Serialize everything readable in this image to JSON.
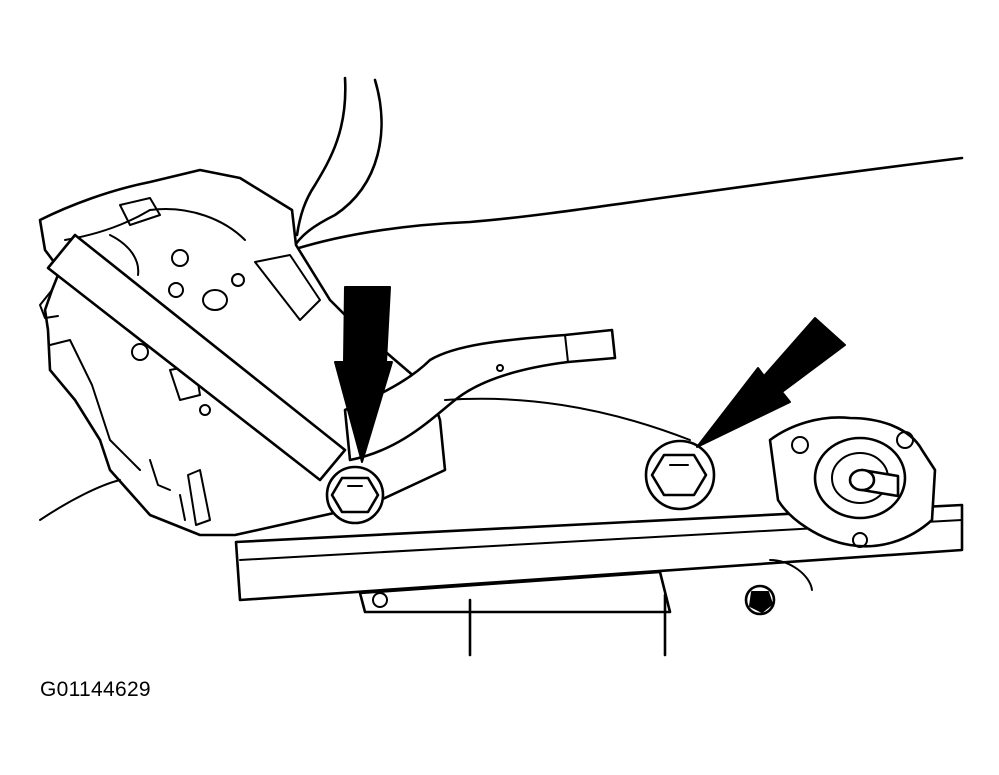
{
  "figure": {
    "id_label": "G01144629",
    "callout_arrows": [
      "left-bolt-arrow",
      "right-bolt-arrow"
    ],
    "line_color": "#000000",
    "background_color": "#ffffff"
  }
}
